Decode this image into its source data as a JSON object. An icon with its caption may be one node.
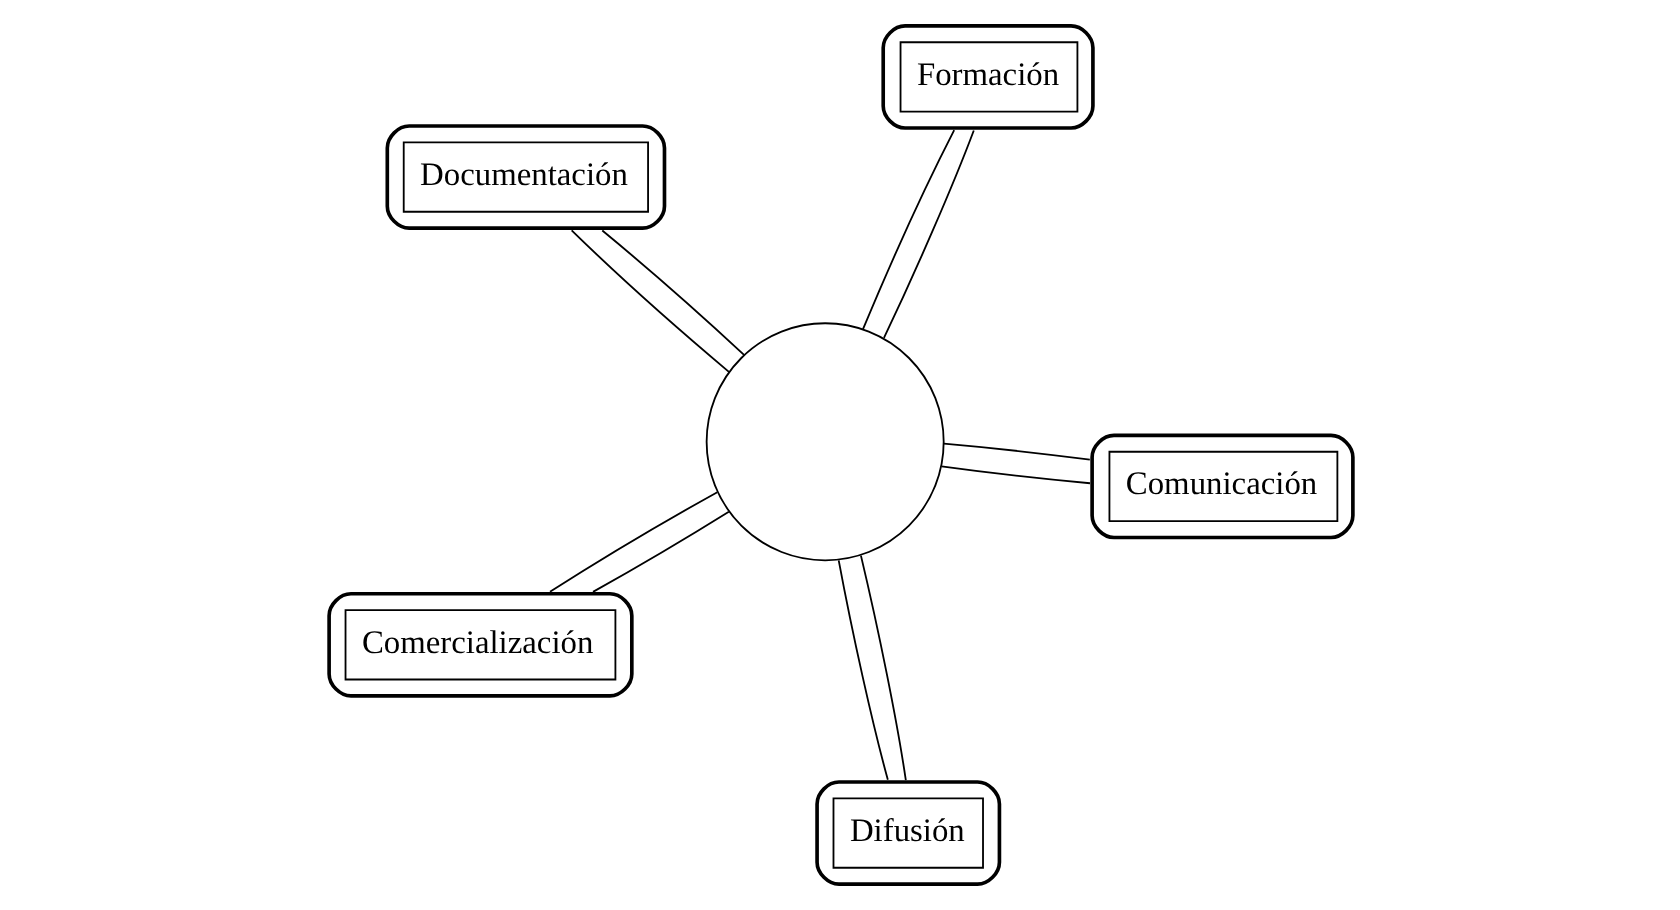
{
  "diagram": {
    "nodes": [
      {
        "text": [
          "Documentación"
        ]
      },
      {
        "text": [
          "Comunicación"
        ]
      },
      {
        "text": [
          "Difusión"
        ]
      },
      {
        "text": [],
        "shape": "circle"
      },
      {
        "text": [
          "Formación"
        ]
      },
      {
        "text": [
          "Comercialización"
        ]
      }
    ],
    "edges": [
      {
        "from": 0,
        "to": 3,
        "arrow": "none"
      },
      {
        "from": 0,
        "to": 3,
        "arrow": "none"
      },
      {
        "from": 1,
        "to": 3,
        "arrow": "none"
      },
      {
        "from": 1,
        "to": 3,
        "arrow": "none"
      },
      {
        "from": 2,
        "to": 3,
        "arrow": "none"
      },
      {
        "from": 2,
        "to": 3,
        "arrow": "none"
      },
      {
        "from": 4,
        "to": 3,
        "arrow": "none"
      },
      {
        "from": 4,
        "to": 3,
        "arrow": "none"
      },
      {
        "from": 5,
        "to": 3,
        "arrow": "none"
      },
      {
        "from": 5,
        "to": 3,
        "arrow": "none"
      }
    ]
  }
}
